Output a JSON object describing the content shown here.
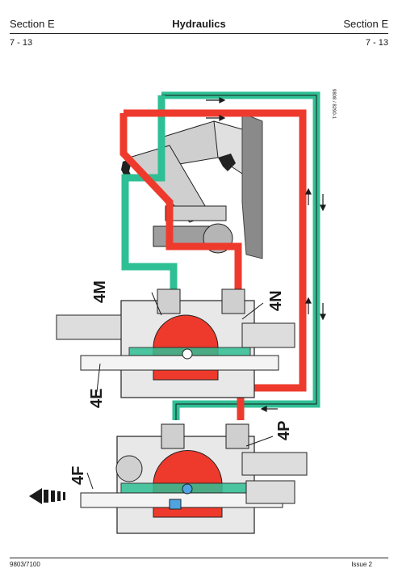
{
  "header": {
    "section_left": "Section E",
    "title": "Hydraulics",
    "section_right": "Section E",
    "page_left": "7 - 13",
    "page_right": "7 - 13"
  },
  "diagram": {
    "figure_ref": "9808 / 8290-1",
    "labels": {
      "m4": "4M",
      "n4": "4N",
      "e4": "4E",
      "p4": "4P",
      "f4": "4F"
    },
    "colors": {
      "pressure": "#ee3a2c",
      "return": "#2fbf94",
      "line": "#1a1a1a",
      "boom": "#bdbdbd"
    }
  },
  "footer": {
    "doc_number": "9803/7100",
    "issue": "Issue 2"
  }
}
